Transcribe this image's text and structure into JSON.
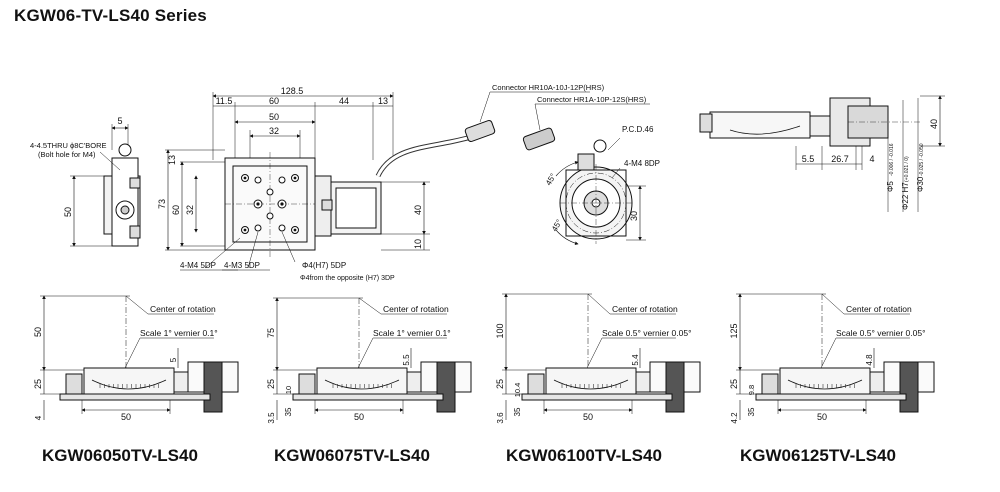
{
  "title": "KGW06-TV-LS40 Series",
  "main_view": {
    "dims_top": [
      "128.5",
      "11.5",
      "60",
      "44",
      "13",
      "50",
      "32"
    ],
    "dims_left": [
      "5",
      "13",
      "73",
      "60",
      "32",
      "50"
    ],
    "dims_right": [
      "40",
      "10"
    ],
    "bolt_note_1": "4-4.5THRU ϕ8C'BORE",
    "bolt_note_2": "(Bolt hole for M4)",
    "hole_m4": "4-M4 5DP",
    "hole_m3": "4-M3 5DP",
    "pin_hole_1": "Φ4(H7) 5DP",
    "pin_hole_2": "Φ4from the opposite (H7) 3DP"
  },
  "connectors": {
    "connector_1": "Connector HR10A-10J-12P(HRS)",
    "connector_2": "Connector HR1A-10P-12S(HRS)"
  },
  "motor_view": {
    "pcd": "P.C.D.46",
    "screws": "4-M4 8DP",
    "angle_1": "45°",
    "angle_2": "45°",
    "dim_30": "30"
  },
  "side_view": {
    "dims": [
      "5.5",
      "26.7",
      "4"
    ],
    "dim_40": "40",
    "diam_1": "Φ5",
    "tol_1": "-0.006 / -0.016",
    "diam_2": "Φ22 H7",
    "tol_2": "(+0.021 / 0)",
    "diam_3": "Φ30",
    "tol_3": "-0.025 / -0.050"
  },
  "models": [
    {
      "name": "KGW06050TV-LS40",
      "center_label": "Center of rotation",
      "scale_label": "Scale 1° vernier 0.1°",
      "dim_radius": "50",
      "dim_small": "5",
      "dim_height": "25",
      "dim_base": "4",
      "dim_width": "50"
    },
    {
      "name": "KGW06075TV-LS40",
      "center_label": "Center of rotation",
      "scale_label": "Scale 1° vernier 0.1°",
      "dim_radius": "75",
      "dim_small": "5.5",
      "dim_height": "25",
      "dim_mid": "10",
      "dim_offset": "35",
      "dim_base": "3.5",
      "dim_width": "50"
    },
    {
      "name": "KGW06100TV-LS40",
      "center_label": "Center of rotation",
      "scale_label": "Scale 0.5°  vernier 0.05°",
      "dim_radius": "100",
      "dim_small": "5.4",
      "dim_height": "25",
      "dim_mid": "10.4",
      "dim_offset": "35",
      "dim_base": "3.6",
      "dim_width": "50"
    },
    {
      "name": "KGW06125TV-LS40",
      "center_label": "Center of rotation",
      "scale_label": "Scale 0.5°  vernier 0.05°",
      "dim_radius": "125",
      "dim_small": "4.8",
      "dim_height": "25",
      "dim_mid": "9.8",
      "dim_offset": "35",
      "dim_base": "4.2",
      "dim_width": "50"
    }
  ]
}
